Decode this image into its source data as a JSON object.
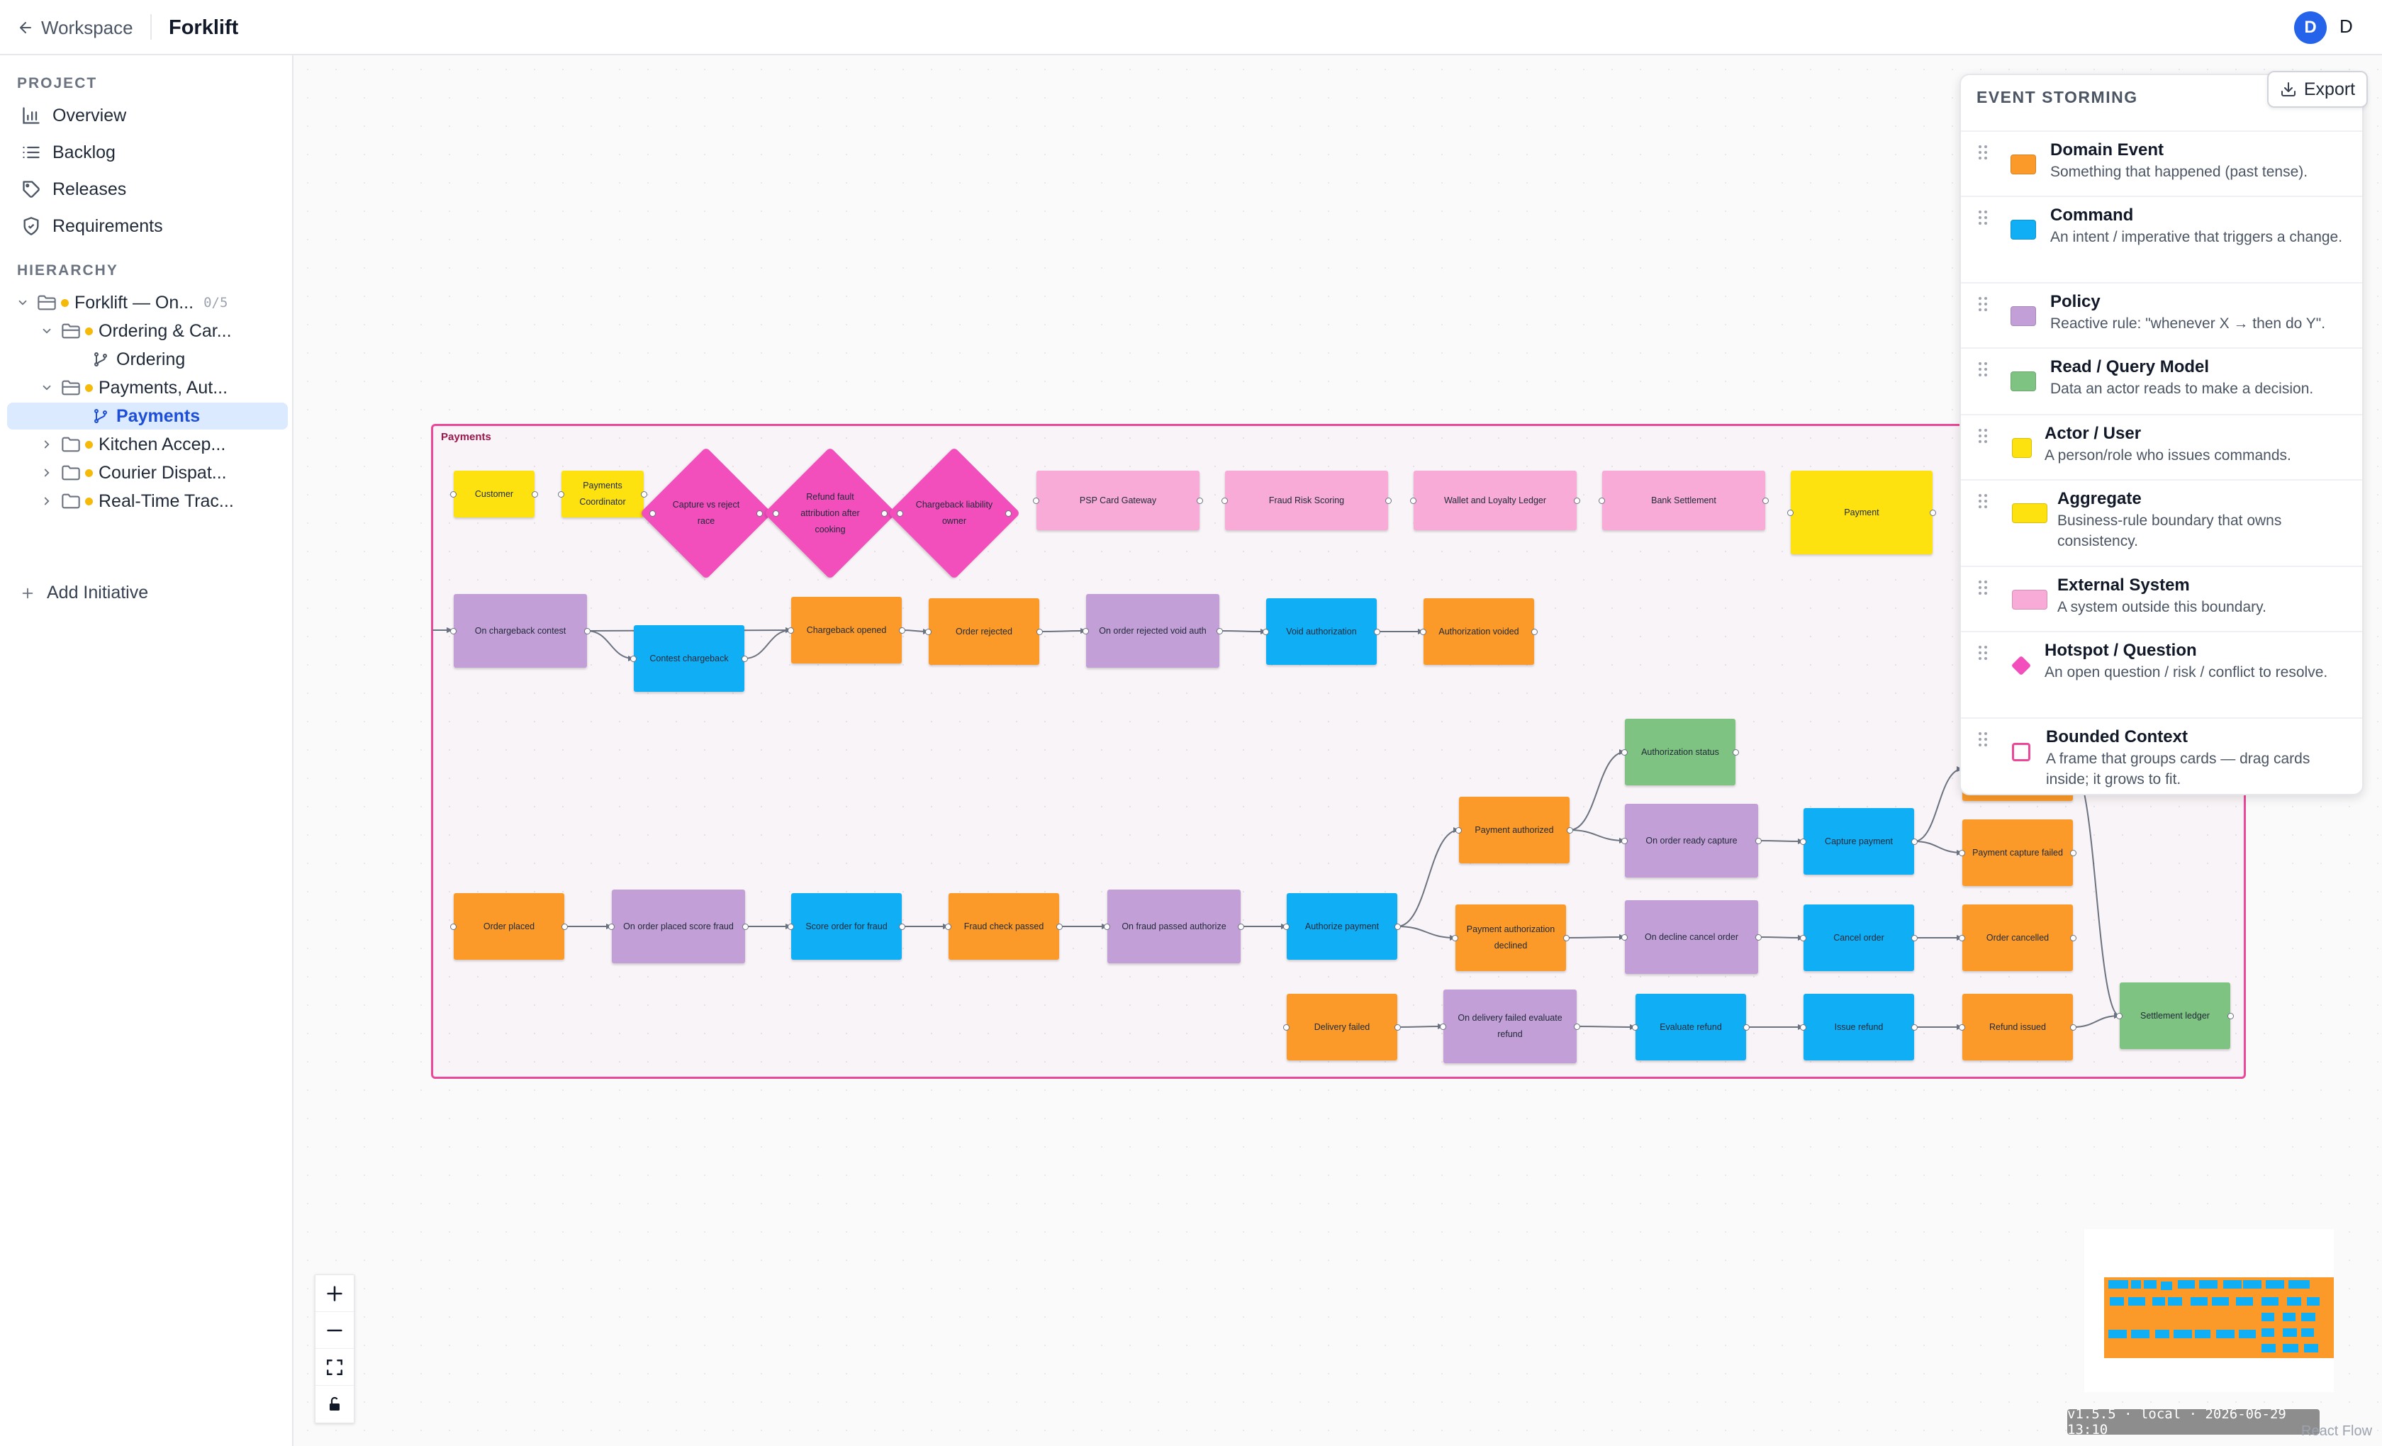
{
  "header": {
    "back_label": "Workspace",
    "project_title": "Forklift",
    "avatar_initial": "D",
    "user_initial": "D"
  },
  "sidebar": {
    "project_label": "PROJECT",
    "nav": [
      {
        "label": "Overview",
        "icon": "bar-chart-icon"
      },
      {
        "label": "Backlog",
        "icon": "list-icon"
      },
      {
        "label": "Releases",
        "icon": "tag-icon"
      },
      {
        "label": "Requirements",
        "icon": "shield-check-icon"
      }
    ],
    "hierarchy_label": "HIERARCHY",
    "tree": [
      {
        "label": "Forklift — On...",
        "count": "0/5",
        "level": 0,
        "type": "folder-open",
        "expanded": true,
        "dot": true
      },
      {
        "label": "Ordering & Car...",
        "level": 1,
        "type": "folder-open",
        "expanded": true,
        "dot": true
      },
      {
        "label": "Ordering",
        "level": 2,
        "type": "branch"
      },
      {
        "label": "Payments, Aut...",
        "level": 1,
        "type": "folder-open",
        "expanded": true,
        "dot": true
      },
      {
        "label": "Payments",
        "level": 2,
        "type": "branch",
        "selected": true
      },
      {
        "label": "Kitchen Accep...",
        "level": 1,
        "type": "folder",
        "expanded": false,
        "dot": true
      },
      {
        "label": "Courier Dispat...",
        "level": 1,
        "type": "folder",
        "expanded": false,
        "dot": true
      },
      {
        "label": "Real-Time Trac...",
        "level": 1,
        "type": "folder",
        "expanded": false,
        "dot": true
      }
    ],
    "add_initiative": "Add Initiative"
  },
  "canvas": {
    "context_label": "Payments",
    "nodes": [
      {
        "id": "customer",
        "type": "actor",
        "label": "Customer"
      },
      {
        "id": "payments_coordinator",
        "type": "actor",
        "label": "Payments Coordinator"
      },
      {
        "id": "hs_capture",
        "type": "hotspot",
        "label": "Capture vs reject race"
      },
      {
        "id": "hs_refund",
        "type": "hotspot",
        "label": "Refund fault attribution after cooking"
      },
      {
        "id": "hs_chargeback",
        "type": "hotspot",
        "label": "Chargeback liability owner"
      },
      {
        "id": "psp",
        "type": "external",
        "label": "PSP Card Gateway"
      },
      {
        "id": "fraud_risk",
        "type": "external",
        "label": "Fraud Risk Scoring"
      },
      {
        "id": "wallet",
        "type": "external",
        "label": "Wallet and Loyalty Ledger"
      },
      {
        "id": "bank",
        "type": "external",
        "label": "Bank Settlement"
      },
      {
        "id": "payment_agg",
        "type": "aggregate",
        "label": "Payment"
      },
      {
        "id": "on_chargeback_contest",
        "type": "policy",
        "label": "On chargeback contest"
      },
      {
        "id": "contest_chargeback",
        "type": "command",
        "label": "Contest chargeback"
      },
      {
        "id": "chargeback_opened",
        "type": "event",
        "label": "Chargeback opened"
      },
      {
        "id": "order_rejected",
        "type": "event",
        "label": "Order rejected"
      },
      {
        "id": "on_order_rejected_void",
        "type": "policy",
        "label": "On order rejected void auth"
      },
      {
        "id": "void_authorization",
        "type": "command",
        "label": "Void authorization"
      },
      {
        "id": "authorization_voided",
        "type": "event",
        "label": "Authorization voided"
      },
      {
        "id": "authorization_status",
        "type": "read",
        "label": "Authorization status"
      },
      {
        "id": "payment_authorized",
        "type": "event",
        "label": "Payment authorized"
      },
      {
        "id": "on_order_ready_capture",
        "type": "policy",
        "label": "On order ready capture"
      },
      {
        "id": "capture_payment",
        "type": "command",
        "label": "Capture payment"
      },
      {
        "id": "payment_captured",
        "type": "event",
        "label": ""
      },
      {
        "id": "payment_capture_failed",
        "type": "event",
        "label": "Payment capture failed"
      },
      {
        "id": "order_placed",
        "type": "event",
        "label": "Order placed"
      },
      {
        "id": "on_order_placed_score",
        "type": "policy",
        "label": "On order placed score fraud"
      },
      {
        "id": "score_order",
        "type": "command",
        "label": "Score order for fraud"
      },
      {
        "id": "fraud_check_passed",
        "type": "event",
        "label": "Fraud check passed"
      },
      {
        "id": "on_fraud_passed",
        "type": "policy",
        "label": "On fraud passed authorize"
      },
      {
        "id": "authorize_payment",
        "type": "command",
        "label": "Authorize payment"
      },
      {
        "id": "payment_auth_declined",
        "type": "event",
        "label": "Payment authorization declined"
      },
      {
        "id": "on_decline_cancel",
        "type": "policy",
        "label": "On decline cancel order"
      },
      {
        "id": "cancel_order",
        "type": "command",
        "label": "Cancel order"
      },
      {
        "id": "order_cancelled",
        "type": "event",
        "label": "Order cancelled"
      },
      {
        "id": "delivery_failed",
        "type": "event",
        "label": "Delivery failed"
      },
      {
        "id": "on_delivery_failed",
        "type": "policy",
        "label": "On delivery failed evaluate refund"
      },
      {
        "id": "evaluate_refund",
        "type": "command",
        "label": "Evaluate refund"
      },
      {
        "id": "issue_refund",
        "type": "command",
        "label": "Issue refund"
      },
      {
        "id": "refund_issued",
        "type": "event",
        "label": "Refund issued"
      },
      {
        "id": "settlement_ledger",
        "type": "read",
        "label": "Settlement ledger"
      }
    ],
    "edges": [
      [
        "on_chargeback_contest",
        "contest_chargeback"
      ],
      [
        "on_chargeback_contest",
        "chargeback_opened"
      ],
      [
        "contest_chargeback",
        "chargeback_opened"
      ],
      [
        "chargeback_opened",
        "order_rejected"
      ],
      [
        "order_rejected",
        "on_order_rejected_void"
      ],
      [
        "on_order_rejected_void",
        "void_authorization"
      ],
      [
        "void_authorization",
        "authorization_voided"
      ],
      [
        "order_placed",
        "on_order_placed_score"
      ],
      [
        "on_order_placed_score",
        "score_order"
      ],
      [
        "score_order",
        "fraud_check_passed"
      ],
      [
        "fraud_check_passed",
        "on_fraud_passed"
      ],
      [
        "on_fraud_passed",
        "authorize_payment"
      ],
      [
        "authorize_payment",
        "payment_authorized"
      ],
      [
        "authorize_payment",
        "payment_auth_declined"
      ],
      [
        "payment_authorized",
        "authorization_status"
      ],
      [
        "payment_authorized",
        "on_order_ready_capture"
      ],
      [
        "on_order_ready_capture",
        "capture_payment"
      ],
      [
        "capture_payment",
        "payment_captured"
      ],
      [
        "capture_payment",
        "payment_capture_failed"
      ],
      [
        "payment_auth_declined",
        "on_decline_cancel"
      ],
      [
        "on_decline_cancel",
        "cancel_order"
      ],
      [
        "cancel_order",
        "order_cancelled"
      ],
      [
        "delivery_failed",
        "on_delivery_failed"
      ],
      [
        "on_delivery_failed",
        "evaluate_refund"
      ],
      [
        "evaluate_refund",
        "issue_refund"
      ],
      [
        "issue_refund",
        "refund_issued"
      ],
      [
        "refund_issued",
        "settlement_ledger"
      ],
      [
        "payment_captured",
        "settlement_ledger"
      ]
    ]
  },
  "legend": {
    "title": "EVENT STORMING",
    "items": [
      {
        "name": "Domain Event",
        "desc": "Something that happened (past tense).",
        "color": "#fb9a28",
        "shape": "square"
      },
      {
        "name": "Command",
        "desc": "An intent / imperative that triggers a change.",
        "color": "#10aef5",
        "shape": "square"
      },
      {
        "name": "Policy",
        "desc": "Reactive rule: \"whenever X → then do Y\".",
        "color": "#c39fd8",
        "shape": "square"
      },
      {
        "name": "Read / Query Model",
        "desc": "Data an actor reads to make a decision.",
        "color": "#7fc382",
        "shape": "square"
      },
      {
        "name": "Actor / User",
        "desc": "A person/role who issues commands.",
        "color": "#fde210",
        "shape": "small-square"
      },
      {
        "name": "Aggregate",
        "desc": "Business-rule boundary that owns consistency.",
        "color": "#fde210",
        "shape": "wide"
      },
      {
        "name": "External System",
        "desc": "A system outside this boundary.",
        "color": "#f7abd6",
        "shape": "wide"
      },
      {
        "name": "Hotspot / Question",
        "desc": "An open question / risk / conflict to resolve.",
        "color": "#f24fbd",
        "shape": "diamond"
      },
      {
        "name": "Bounded Context",
        "desc": "A frame that groups cards — drag cards inside; it grows to fit.",
        "color": "#ec4899",
        "shape": "outline"
      }
    ]
  },
  "toolbar": {
    "export_label": "Export"
  },
  "footer": {
    "version": "v1.5.5 · local · 2026-06-29 13:10",
    "attribution": "React Flow"
  }
}
